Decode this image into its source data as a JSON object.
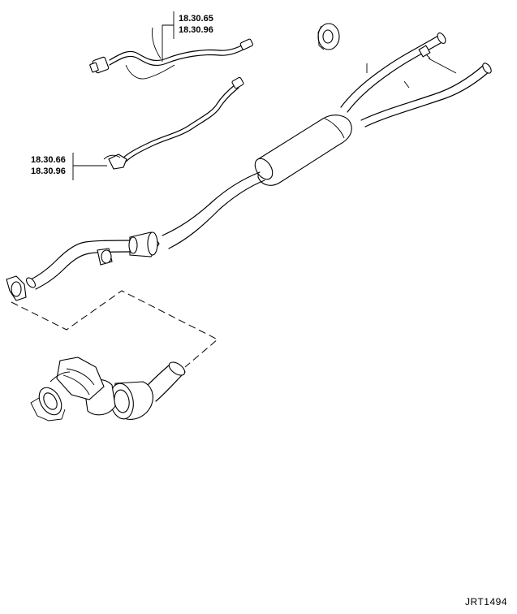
{
  "callouts": [
    {
      "id": "sensor-upper",
      "codes": [
        "18.30.65",
        "18.30.96"
      ]
    },
    {
      "id": "sensor-lower",
      "codes": [
        "18.30.66",
        "18.30.96"
      ]
    }
  ],
  "figure_id": "JRT1494"
}
